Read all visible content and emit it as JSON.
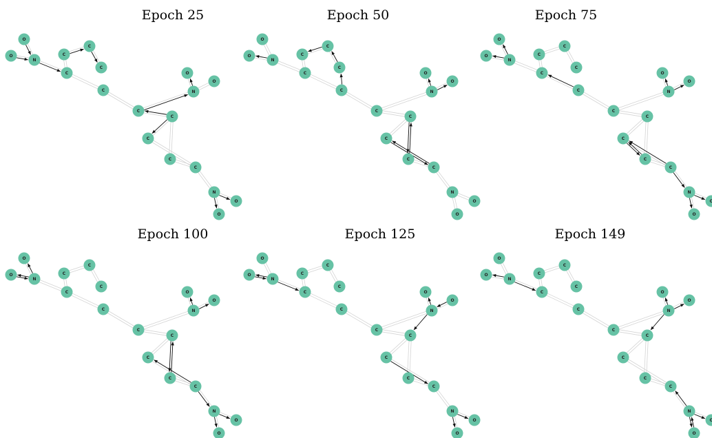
{
  "figure": {
    "node_color": "#66c2a5",
    "bond_color": "#d4d4d4",
    "arrow_color": "#111111",
    "molecule": {
      "atoms": [
        "O",
        "O",
        "N",
        "C",
        "C",
        "C",
        "C",
        "C",
        "C",
        "C",
        "O",
        "N",
        "O",
        "C",
        "C",
        "C",
        "N",
        "O",
        "O"
      ],
      "bonds": [
        [
          0,
          2
        ],
        [
          1,
          2
        ],
        [
          2,
          4
        ],
        [
          3,
          5
        ],
        [
          3,
          4
        ],
        [
          5,
          6
        ],
        [
          4,
          7
        ],
        [
          7,
          8
        ],
        [
          8,
          9
        ],
        [
          8,
          11
        ],
        [
          10,
          11
        ],
        [
          11,
          12
        ],
        [
          9,
          14
        ],
        [
          14,
          15
        ],
        [
          15,
          16
        ],
        [
          16,
          17
        ],
        [
          16,
          18
        ],
        [
          13,
          15
        ],
        [
          13,
          9
        ]
      ]
    },
    "panels": [
      {
        "title": "Epoch 25",
        "arrows": [
          [
            0,
            2
          ],
          [
            1,
            2
          ],
          [
            2,
            4
          ],
          [
            3,
            5
          ],
          [
            5,
            6
          ],
          [
            9,
            8
          ],
          [
            8,
            11
          ],
          [
            11,
            10
          ],
          [
            9,
            13
          ],
          [
            16,
            18
          ],
          [
            16,
            17
          ]
        ]
      },
      {
        "title": "Epoch 50",
        "arrows": [
          [
            2,
            1
          ],
          [
            5,
            3
          ],
          [
            6,
            5
          ],
          [
            7,
            6
          ],
          [
            9,
            14
          ],
          [
            14,
            9
          ],
          [
            11,
            12
          ],
          [
            11,
            10
          ],
          [
            15,
            13
          ],
          [
            13,
            15
          ]
        ]
      },
      {
        "title": "Epoch 75",
        "arrows": [
          [
            2,
            0
          ],
          [
            2,
            1
          ],
          [
            7,
            4
          ],
          [
            11,
            12
          ],
          [
            11,
            10
          ],
          [
            13,
            14
          ],
          [
            14,
            13
          ],
          [
            15,
            13
          ],
          [
            15,
            16
          ],
          [
            16,
            17
          ],
          [
            16,
            18
          ]
        ]
      },
      {
        "title": "Epoch 100",
        "arrows": [
          [
            2,
            0
          ],
          [
            1,
            2
          ],
          [
            2,
            1
          ],
          [
            11,
            10
          ],
          [
            11,
            12
          ],
          [
            14,
            9
          ],
          [
            9,
            14
          ],
          [
            15,
            13
          ],
          [
            15,
            16
          ],
          [
            16,
            17
          ],
          [
            16,
            18
          ]
        ]
      },
      {
        "title": "Epoch 125",
        "arrows": [
          [
            1,
            2
          ],
          [
            2,
            1
          ],
          [
            2,
            4
          ],
          [
            11,
            10
          ],
          [
            12,
            11
          ],
          [
            11,
            9
          ],
          [
            13,
            15
          ],
          [
            16,
            17
          ],
          [
            16,
            18
          ]
        ]
      },
      {
        "title": "Epoch 149",
        "arrows": [
          [
            2,
            1
          ],
          [
            2,
            4
          ],
          [
            11,
            9
          ],
          [
            11,
            10
          ],
          [
            11,
            12
          ],
          [
            16,
            15
          ],
          [
            16,
            18
          ],
          [
            18,
            16
          ],
          [
            16,
            17
          ]
        ]
      }
    ]
  }
}
